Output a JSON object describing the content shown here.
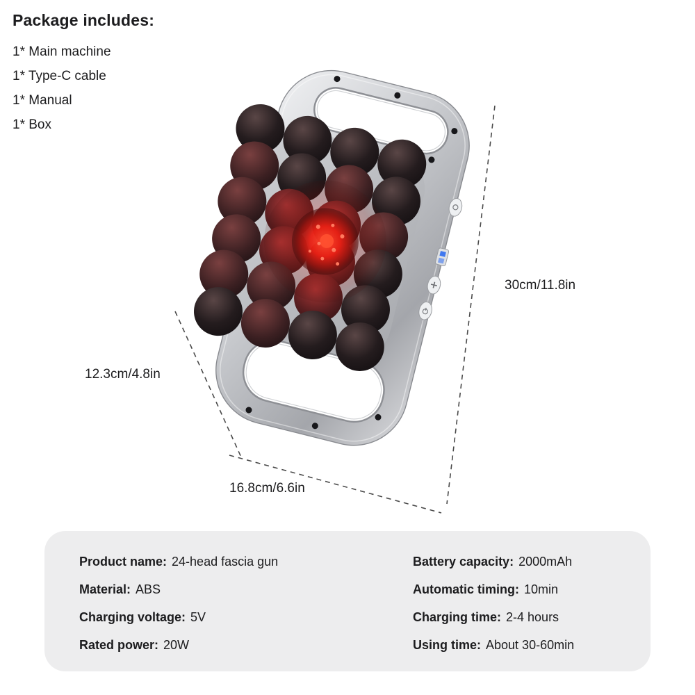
{
  "package": {
    "title": "Package includes:",
    "items": [
      "1* Main machine",
      "1* Type-C cable",
      "1* Manual",
      "1* Box"
    ]
  },
  "dimensions": {
    "height": "30cm/11.8in",
    "depth": "12.3cm/4.8in",
    "width": "16.8cm/6.6in"
  },
  "specs": {
    "left": [
      {
        "label": "Product name:",
        "value": "24-head fascia gun"
      },
      {
        "label": "Material:",
        "value": "ABS"
      },
      {
        "label": "Charging voltage:",
        "value": "5V"
      },
      {
        "label": "Rated power:",
        "value": "20W"
      }
    ],
    "right": [
      {
        "label": "Battery capacity:",
        "value": "2000mAh"
      },
      {
        "label": "Automatic timing:",
        "value": "10min"
      },
      {
        "label": "Charging time:",
        "value": "2-4 hours"
      },
      {
        "label": "Using time:",
        "value": "About 30-60min"
      }
    ]
  },
  "colors": {
    "led_glow": "#e8281a",
    "body_silver": "#c7c9cd",
    "spec_card_bg": "#ededee",
    "display_blue": "#2f6df0"
  }
}
